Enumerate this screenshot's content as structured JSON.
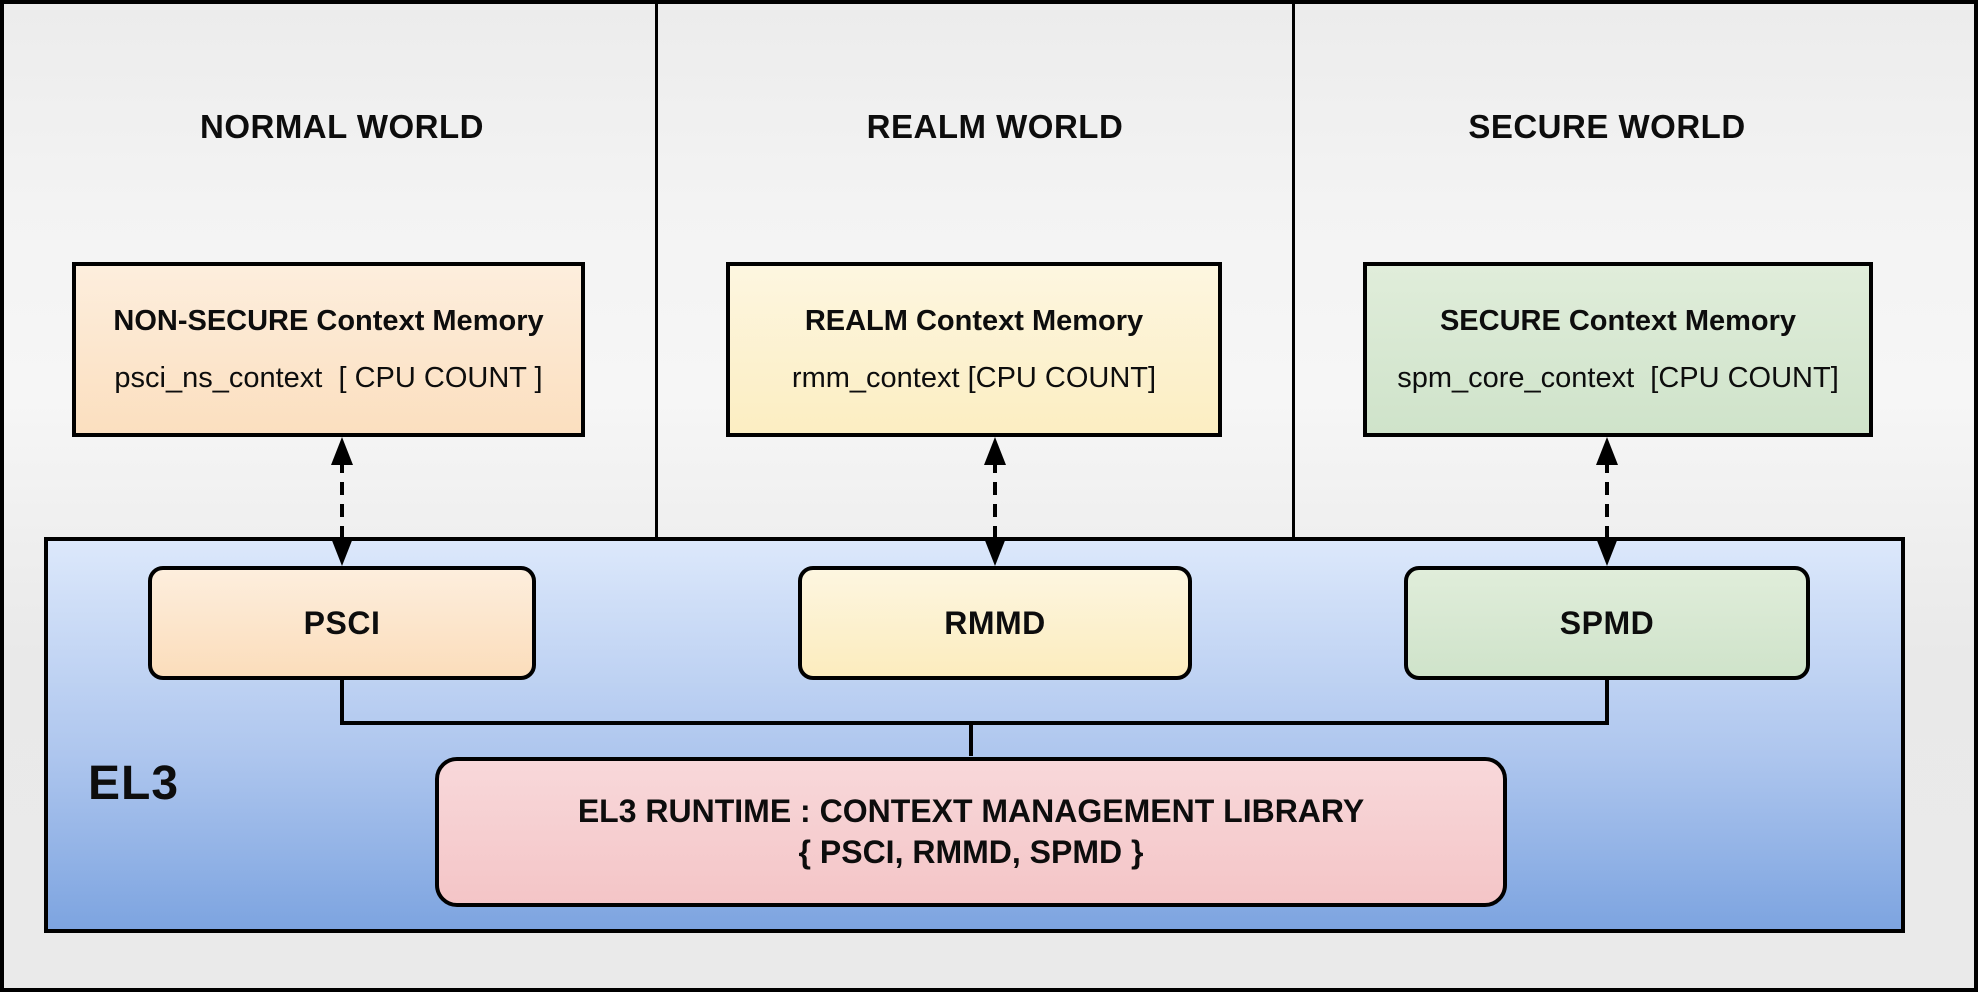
{
  "worlds": [
    {
      "title": "NORMAL WORLD",
      "memory": {
        "title": "NON-SECURE Context Memory",
        "detail": "psci_ns_context  [ CPU COUNT ]"
      },
      "component": "PSCI",
      "accent_color": "#fbddbb"
    },
    {
      "title": "REALM WORLD",
      "memory": {
        "title": "REALM Context Memory",
        "detail": "rmm_context [CPU COUNT]"
      },
      "component": "RMMD",
      "accent_color": "#fcecbe"
    },
    {
      "title": "SECURE WORLD",
      "memory": {
        "title": "SECURE Context Memory",
        "detail": "spm_core_context  [CPU COUNT]"
      },
      "component": "SPMD",
      "accent_color": "#cfe3ca"
    }
  ],
  "el3": {
    "label": "EL3",
    "runtime": {
      "line1": "EL3 RUNTIME : CONTEXT MANAGEMENT LIBRARY",
      "line2": "{ PSCI, RMMD, SPMD }"
    }
  },
  "colors": {
    "runtime_pink": "#f4c5c7",
    "el3_band_top": "#dce8fb",
    "el3_band_bottom": "#7da4e0",
    "panel_gray": "#ededed",
    "line_black": "#000000"
  }
}
